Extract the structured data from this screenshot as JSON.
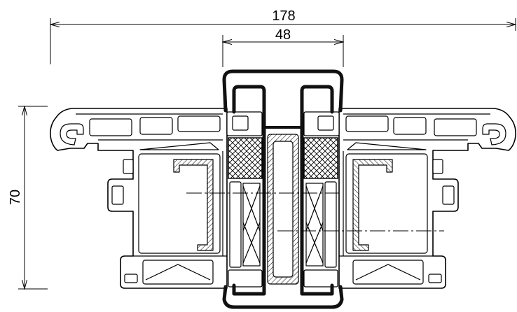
{
  "dimensions": {
    "overall_width": "178",
    "clip_width": "48",
    "height": "70"
  }
}
